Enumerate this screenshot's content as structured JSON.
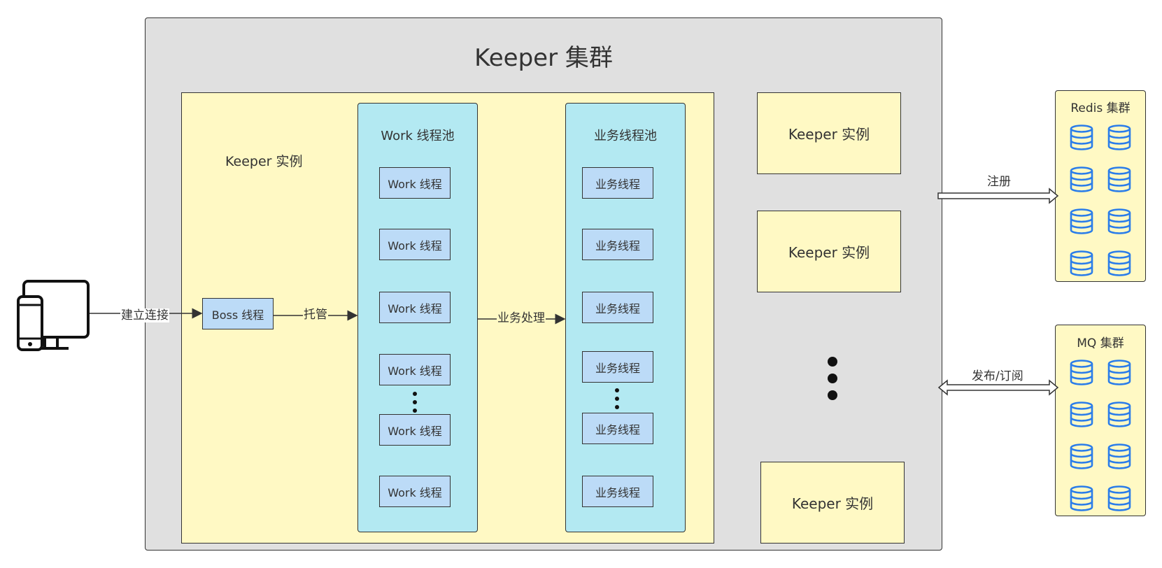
{
  "cluster": {
    "title": "Keeper 集群",
    "instance_label": "Keeper 实例"
  },
  "client": {
    "icon": "computer-and-phone-icon",
    "connect_label": "建立连接"
  },
  "boss": {
    "label": "Boss 线程",
    "handoff_label": "托管"
  },
  "work_pool": {
    "title": "Work 线程池",
    "threads": [
      "Work 线程",
      "Work 线程",
      "Work 线程",
      "Work 线程",
      "Work 线程",
      "Work 线程"
    ],
    "process_label": "业务处理"
  },
  "biz_pool": {
    "title": "业务线程池",
    "threads": [
      "业务线程",
      "业务线程",
      "业务线程",
      "业务线程",
      "业务线程",
      "业务线程"
    ]
  },
  "other_instances": [
    "Keeper 实例",
    "Keeper 实例",
    "Keeper 实例"
  ],
  "redis": {
    "title": "Redis 集群",
    "edge_label": "注册",
    "icon": "database-icon"
  },
  "mq": {
    "title": "MQ 集群",
    "edge_label": "发布/订阅",
    "icon": "database-icon"
  },
  "colors": {
    "cluster_bg": "#e0e0e0",
    "instance_bg": "#fff9c4",
    "pool_bg": "#b3e9f2",
    "thread_bg": "#bcdbf7",
    "db_icon": "#2b7de9"
  }
}
